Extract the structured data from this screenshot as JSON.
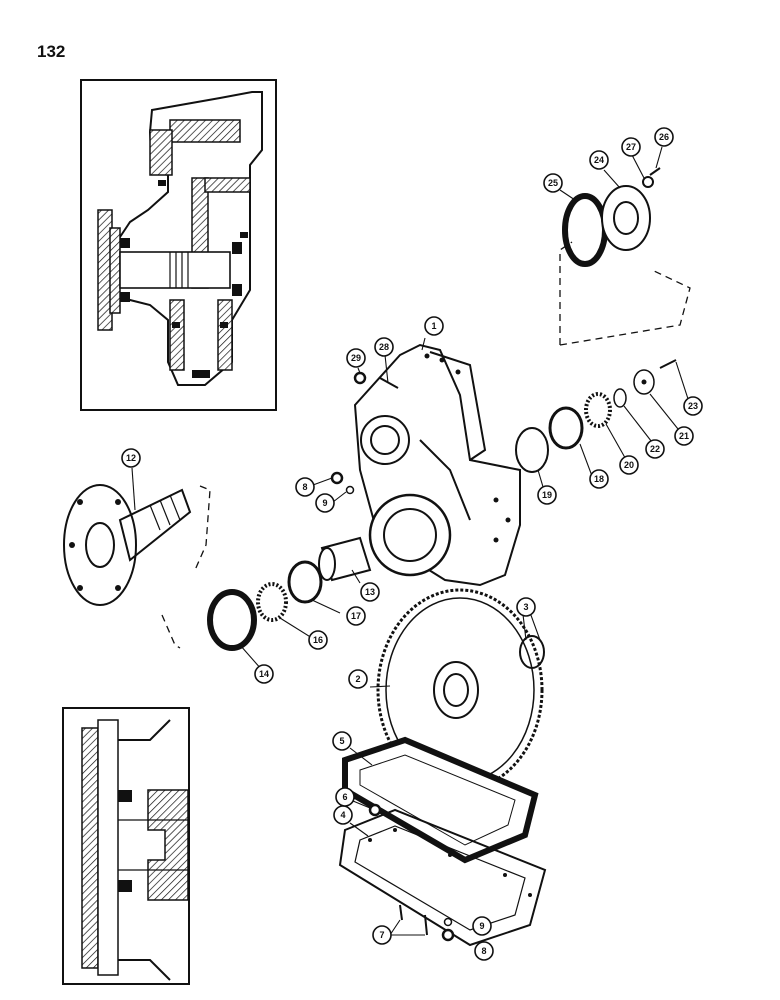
{
  "page": {
    "number": "132"
  },
  "callouts": [
    {
      "id": "1",
      "label": "1"
    },
    {
      "id": "2",
      "label": "2"
    },
    {
      "id": "3",
      "label": "3"
    },
    {
      "id": "4",
      "label": "4"
    },
    {
      "id": "5",
      "label": "5"
    },
    {
      "id": "6",
      "label": "6"
    },
    {
      "id": "7",
      "label": "7"
    },
    {
      "id": "8a",
      "label": "8"
    },
    {
      "id": "8b",
      "label": "8"
    },
    {
      "id": "9a",
      "label": "9"
    },
    {
      "id": "9b",
      "label": "9"
    },
    {
      "id": "12",
      "label": "12"
    },
    {
      "id": "13",
      "label": "13"
    },
    {
      "id": "14",
      "label": "14"
    },
    {
      "id": "16",
      "label": "16"
    },
    {
      "id": "17",
      "label": "17"
    },
    {
      "id": "18",
      "label": "18"
    },
    {
      "id": "19",
      "label": "19"
    },
    {
      "id": "20",
      "label": "20"
    },
    {
      "id": "21",
      "label": "21"
    },
    {
      "id": "22",
      "label": "22"
    },
    {
      "id": "23",
      "label": "23"
    },
    {
      "id": "24",
      "label": "24"
    },
    {
      "id": "25",
      "label": "25"
    },
    {
      "id": "26",
      "label": "26"
    },
    {
      "id": "27",
      "label": "27"
    },
    {
      "id": "28",
      "label": "28"
    },
    {
      "id": "29",
      "label": "29"
    }
  ]
}
